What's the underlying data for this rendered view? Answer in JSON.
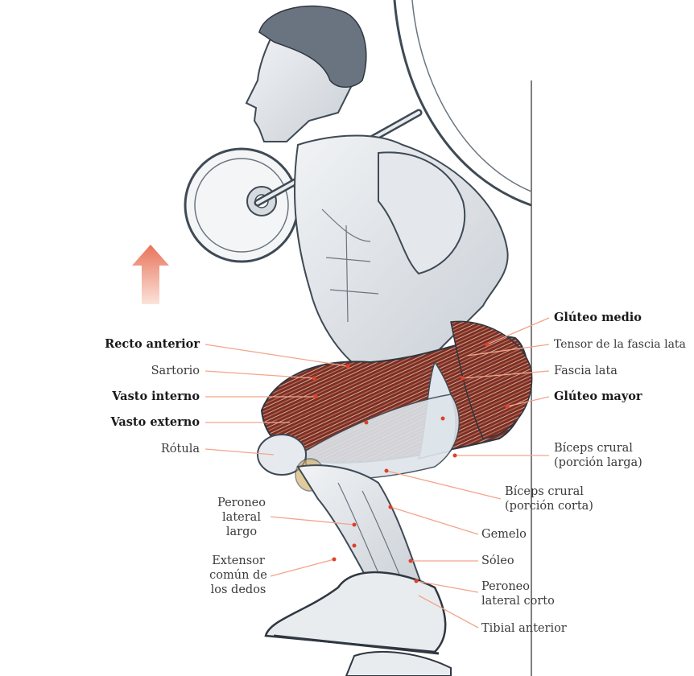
{
  "colors": {
    "leader": "#f2a58c",
    "dot": "#e0402a",
    "arrow_top": "#e8735a",
    "arrow_bottom": "#fbe3da",
    "muscle_red": "#8b3a2a",
    "sketch": "#3f4a55"
  },
  "direction_arrow": {
    "icon": "up-arrow-icon"
  },
  "labels_left": {
    "recto_anterior": "Recto anterior",
    "sartorio": "Sartorio",
    "vasto_interno": "Vasto interno",
    "vasto_externo": "Vasto externo",
    "rotula": "Rótula",
    "peroneo_lateral_largo": [
      "Peroneo",
      "lateral",
      "largo"
    ],
    "extensor_comun": [
      "Extensor",
      "común de",
      "los dedos"
    ]
  },
  "labels_right": {
    "gluteo_medio": "Glúteo medio",
    "tensor_fascia_lata": "Tensor de la fascia lata",
    "fascia_lata": "Fascia lata",
    "gluteo_mayor": "Glúteo mayor",
    "biceps_crural_larga": [
      "Bíceps crural",
      "(porción larga)"
    ],
    "biceps_crural_corta": [
      "Bíceps crural",
      "(porción corta)"
    ],
    "gemelo": "Gemelo",
    "soleo": "Sóleo",
    "peroneo_lateral_corto": [
      "Peroneo",
      "lateral corto"
    ],
    "tibial_anterior": "Tibial anterior"
  }
}
